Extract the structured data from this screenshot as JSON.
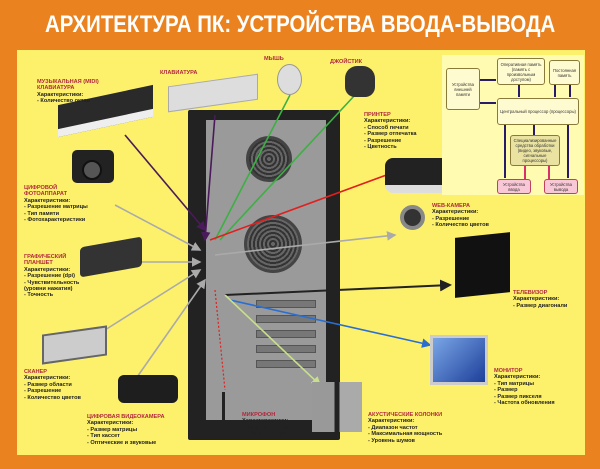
{
  "title": "АРХИТЕКТУРА ПК: УСТРОЙСТВА ВВОДА-ВЫВОДА",
  "characteristics_label": "Характеристики:",
  "devices": [
    {
      "name": "МУЗЫКАЛЬНАЯ (MIDI) КЛАВИАТУРА",
      "items": [
        "- Количество октав"
      ],
      "arrow_color": "#4a1a5a"
    },
    {
      "name": "КЛАВИАТУРА",
      "items": [],
      "arrow_color": "#4a1a5a"
    },
    {
      "name": "МЫШЬ",
      "items": [],
      "arrow_color": "#3cb043"
    },
    {
      "name": "ДЖОЙСТИК",
      "items": [],
      "arrow_color": "#3cb043"
    },
    {
      "name": "ЦИФРОВОЙ ФОТОАППАРАТ",
      "items": [
        "- Разрешение матрицы",
        "- Тип памяти",
        "- Фотохарактеристики"
      ],
      "arrow_color": "#aaaaaa"
    },
    {
      "name": "ГРАФИЧЕСКИЙ ПЛАНШЕТ",
      "items": [
        "- Разрешение (dpi)",
        "- Чувствительность (уровни нажатия)",
        "- Точность"
      ],
      "arrow_color": "#aaaaaa"
    },
    {
      "name": "СКАНЕР",
      "items": [
        "- Размер области",
        "- Разрешение",
        "- Количество цветов"
      ],
      "arrow_color": "#aaaaaa"
    },
    {
      "name": "ЦИФРОВАЯ ВИДЕОКАМЕРА",
      "items": [
        "- Размер матрицы",
        "- Тип кассет",
        "- Оптические и звуковые"
      ],
      "arrow_color": "#aaaaaa"
    },
    {
      "name": "ПРИНТЕР",
      "items": [
        "- Способ печати",
        "- Размер отпечатка",
        "- Разрешение",
        "- Цветность"
      ],
      "arrow_color": "#e02020"
    },
    {
      "name": "WEB-КАМЕРА",
      "items": [
        "- Разрешение",
        "- Количество цветов"
      ],
      "arrow_color": "#aaaaaa"
    },
    {
      "name": "ТЕЛЕВИЗОР",
      "items": [
        "- Размер диагонали"
      ],
      "arrow_color": "#222222"
    },
    {
      "name": "МОНИТОР",
      "items": [
        "- Тип матрицы",
        "- Размер",
        "- Размер пикселя",
        "- Частота обновления"
      ],
      "arrow_color": "#2a6fd0"
    },
    {
      "name": "МИКРОФОН",
      "items": [
        "- Чувствительность",
        "- Уровень шумов"
      ],
      "arrow_color": "#e02020"
    },
    {
      "name": "АКУСТИЧЕСКИЕ КОЛОНКИ",
      "items": [
        "- Диапазон частот",
        "- Максимальная мощность",
        "- Уровень шумов"
      ],
      "arrow_color": "#c8e08a"
    }
  ],
  "diagram": {
    "ram": "Оперативная память (память с произвольным доступом)",
    "rom": "Постоянная память",
    "external": "Устройства внешней памяти",
    "cpu": "Центральный процессор (процессоры)",
    "special": "Специализированные средства обработки (видео, звуковые, сигнальные процессоры)",
    "input": "Устройства ввода",
    "output": "Устройства вывода"
  },
  "colors": {
    "background": "#e9821f",
    "panel": "#fdf16c",
    "label_title": "#b0283c"
  }
}
